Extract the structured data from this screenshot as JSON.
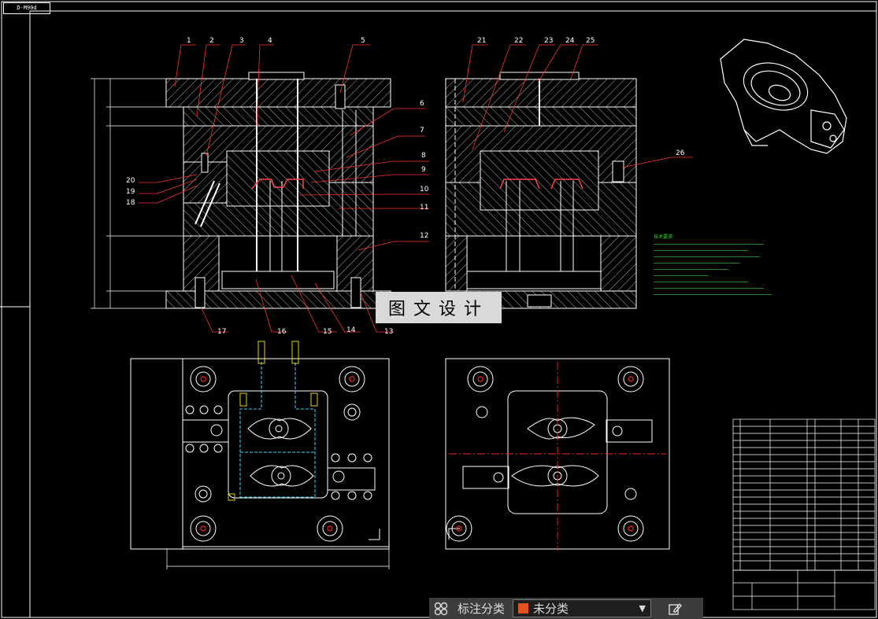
{
  "drawing_tag": "D-M90d",
  "part_numbers_left": [
    "1",
    "2",
    "3",
    "4",
    "5",
    "6",
    "7",
    "8",
    "9",
    "10",
    "11",
    "12",
    "13",
    "14",
    "15",
    "16",
    "17",
    "18",
    "19",
    "20"
  ],
  "part_numbers_right": [
    "21",
    "22",
    "23",
    "24",
    "25",
    "26"
  ],
  "watermark": "图文设计",
  "notes_title": "技术要求",
  "toolbar": {
    "category_label": "标注分类",
    "category_value": "未分类"
  },
  "colors": {
    "line": "#ffffff",
    "leader": "#ff3333",
    "center": "#ff2222",
    "green": "#33dd33",
    "yellow": "#e6d500",
    "cyan": "#33ddff",
    "swatch": "#e2531b"
  },
  "icons": [
    "layers-icon",
    "chevron-down-icon",
    "edit-icon"
  ]
}
